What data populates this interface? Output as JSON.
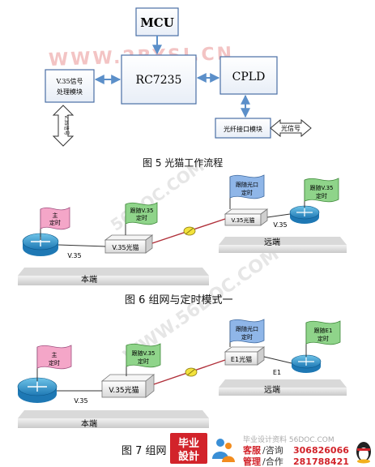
{
  "figure5": {
    "mcu": "MCU",
    "rc": "RC7235",
    "cpld": "CPLD",
    "v35_module": [
      "V.35信号",
      "处理模块"
    ],
    "fiber_module": "光纤接口模块",
    "fiber_signal": "光信号",
    "v35_signal_arrow": "V.35信号",
    "caption": "图 5  光猫工作流程"
  },
  "figure6": {
    "flag_master": [
      "主",
      "定时"
    ],
    "flag_follow_v35": [
      "跟随V.35",
      "定时"
    ],
    "flag_follow_optical": [
      "跟随光口",
      "定时"
    ],
    "flag_follow_v35_right": [
      "跟随V.35",
      "定时"
    ],
    "modem_left": "V.35光猫",
    "modem_right": "V.35光猫",
    "label_v35_left": "V.35",
    "label_v35_right": "V.35",
    "local": "本端",
    "remote": "远端",
    "caption": "图 6  组网与定时模式一"
  },
  "figure7": {
    "flag_master": [
      "主",
      "定时"
    ],
    "flag_follow_v35": [
      "跟随V.35",
      "定时"
    ],
    "flag_follow_optical": [
      "跟随光口",
      "定时"
    ],
    "flag_follow_e1": [
      "跟随E1",
      "定时"
    ],
    "modem_left": "V.35光猫",
    "modem_right": "E1光猫",
    "label_v35": "V.35",
    "label_e1": "E1",
    "local": "本端",
    "remote": "远端",
    "caption": "图 7  组网"
  },
  "watermarks": {
    "top": "WWW.2BYSJ.CN",
    "diag1": "56DOC.COM",
    "diag2": "WWW.56DOC.COM"
  },
  "banner": {
    "logo_line1": "毕业",
    "logo_line2": "設計",
    "site": "毕业设计资料 56DOC.COM",
    "service_label": "客服",
    "service_sep": "/咨询",
    "service_qq": "306826066",
    "manage_label": "管理",
    "manage_sep": "/合作",
    "manage_qq": "281788421"
  },
  "colors": {
    "box_border": "#4a6fa5",
    "arrow": "#5b8fc9",
    "flag_pink": "#f4a6c8",
    "flag_green": "#8fd48a",
    "flag_blue": "#8fb6e8",
    "link_red": "#b0303a",
    "banner_red": "#d2232a"
  }
}
